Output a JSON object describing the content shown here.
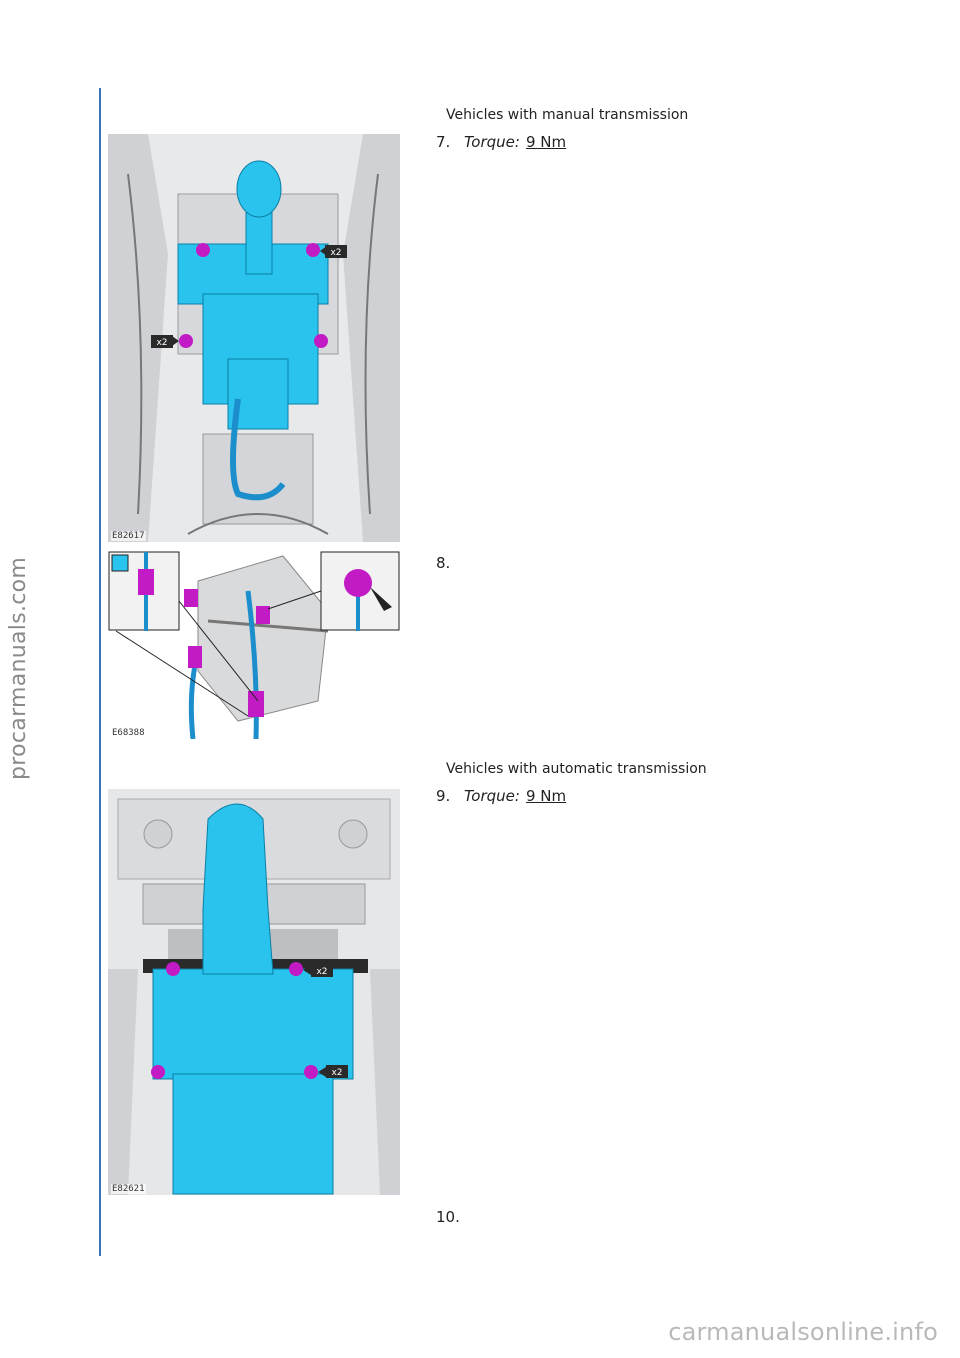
{
  "sections": {
    "manual": "Vehicles with manual transmission",
    "automatic": "Vehicles with automatic transmission"
  },
  "steps": [
    {
      "number": "7.",
      "label": "Torque:",
      "value": "9 Nm"
    },
    {
      "number": "8."
    },
    {
      "number": "9.",
      "label": "Torque:",
      "value": "9 Nm"
    },
    {
      "number": "10."
    }
  ],
  "figures": {
    "fig1": {
      "id": "E82617",
      "callouts": [
        "x2",
        "x2"
      ]
    },
    "fig2": {
      "id": "E68388"
    },
    "fig3": {
      "id": "E82621",
      "callouts": [
        "x2",
        "x2"
      ]
    }
  },
  "watermarks": {
    "left": "procarmanuals.com",
    "bottom": "carmanualsonline.info"
  },
  "colors": {
    "rule": "#3b73b9",
    "part": "#29c3ee",
    "fastener": "#c21ac4"
  }
}
